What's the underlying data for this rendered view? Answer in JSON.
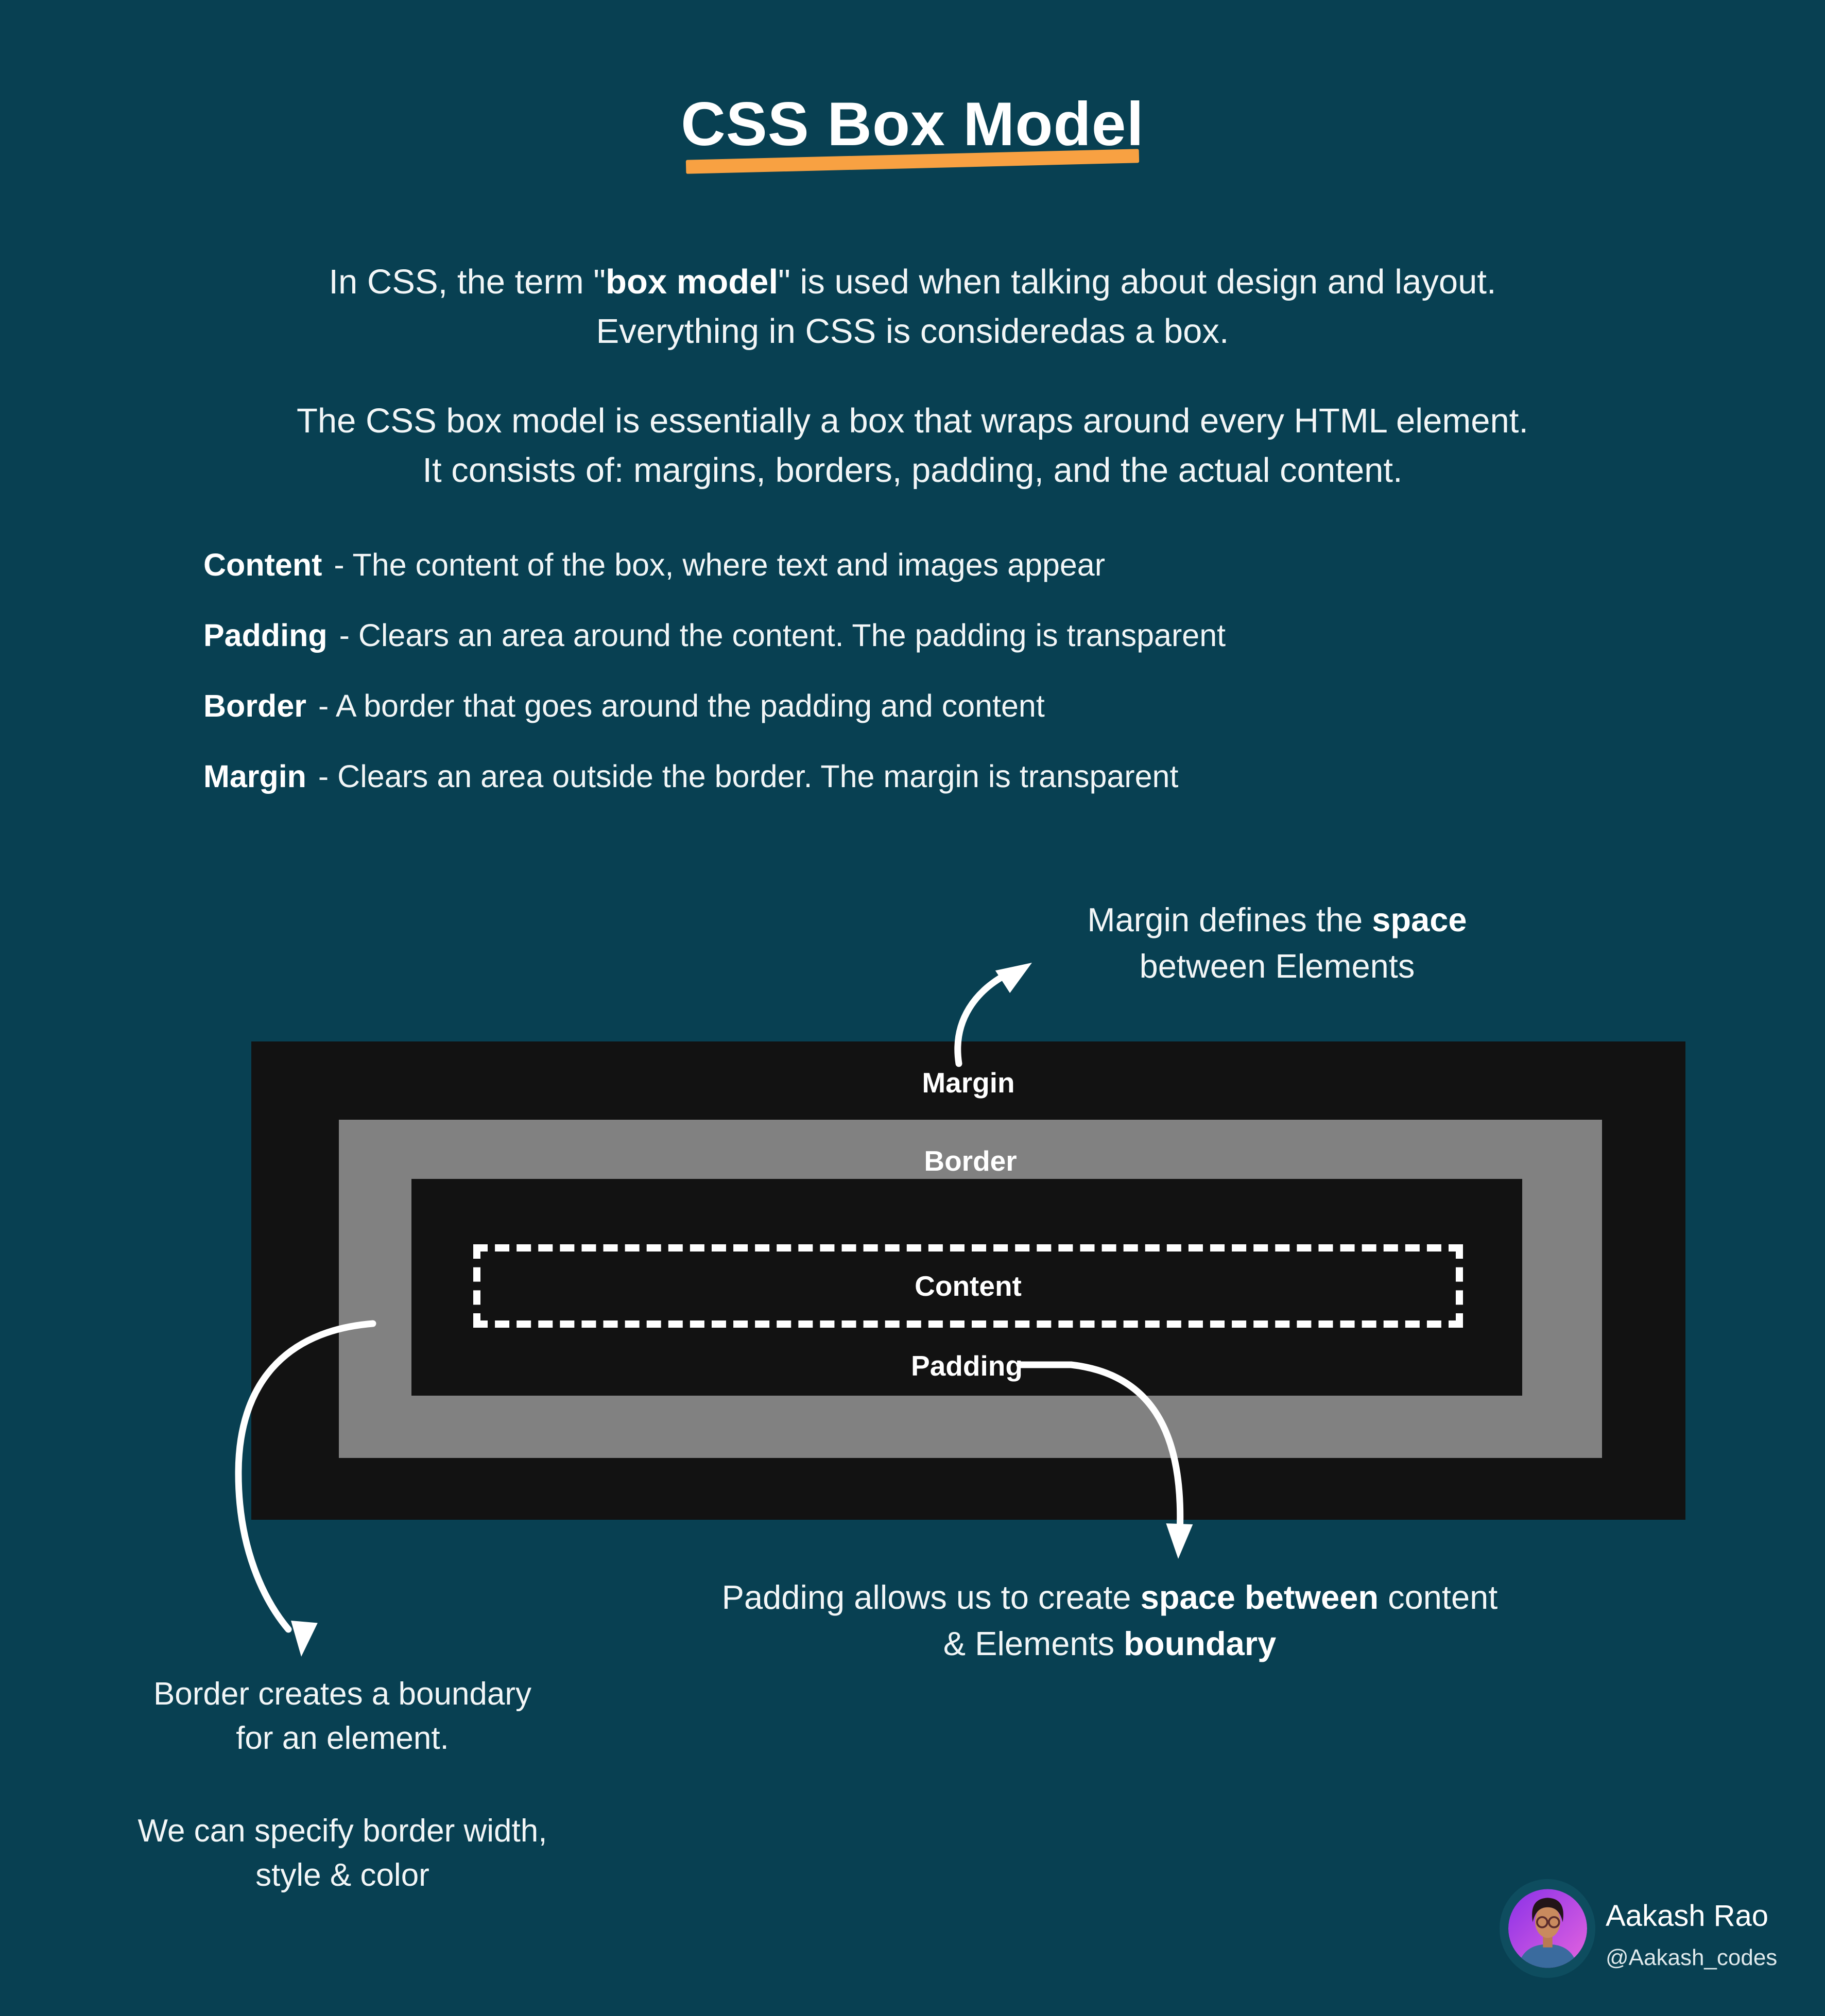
{
  "title": "CSS Box Model",
  "intro": {
    "p1_pre": "In CSS, the term \"",
    "p1_bold": "box model",
    "p1_post": "\" is used when talking about design and layout.",
    "p1_line2": "Everything in CSS is consideredas a box.",
    "p2_line1": "The CSS box model is essentially a box that wraps around every HTML element.",
    "p2_line2": "It consists of: margins, borders, padding, and the actual content."
  },
  "definitions": [
    {
      "term": "Content",
      "desc": "- The content of the box, where text and images appear"
    },
    {
      "term": "Padding",
      "desc": "- Clears an area around the content. The padding is transparent"
    },
    {
      "term": "Border",
      "desc": "- A border that goes around the padding and content"
    },
    {
      "term": "Margin",
      "desc": "- Clears an area outside the border. The margin is transparent"
    }
  ],
  "diagram": {
    "margin_label": "Margin",
    "border_label": "Border",
    "content_label": "Content",
    "padding_label": "Padding"
  },
  "annotations": {
    "margin_pre": "Margin defines the ",
    "margin_bold": "space",
    "margin_line2": "between Elements",
    "padding_pre": "Padding allows us to create ",
    "padding_bold": "space between",
    "padding_post": " content",
    "padding_l2_pre": "& Elements ",
    "padding_l2_bold": "boundary",
    "border_line1": "Border creates a boundary",
    "border_line2": "for an element.",
    "border_line3": "We can specify border width,",
    "border_line4": "style & color"
  },
  "author": {
    "name": "Aakash Rao",
    "handle": "@Aakash_codes"
  },
  "colors": {
    "background": "#084052",
    "box_black": "#121212",
    "box_gray": "#818181",
    "accent_orange": "#F8A142",
    "text": "#F2F6F7"
  }
}
